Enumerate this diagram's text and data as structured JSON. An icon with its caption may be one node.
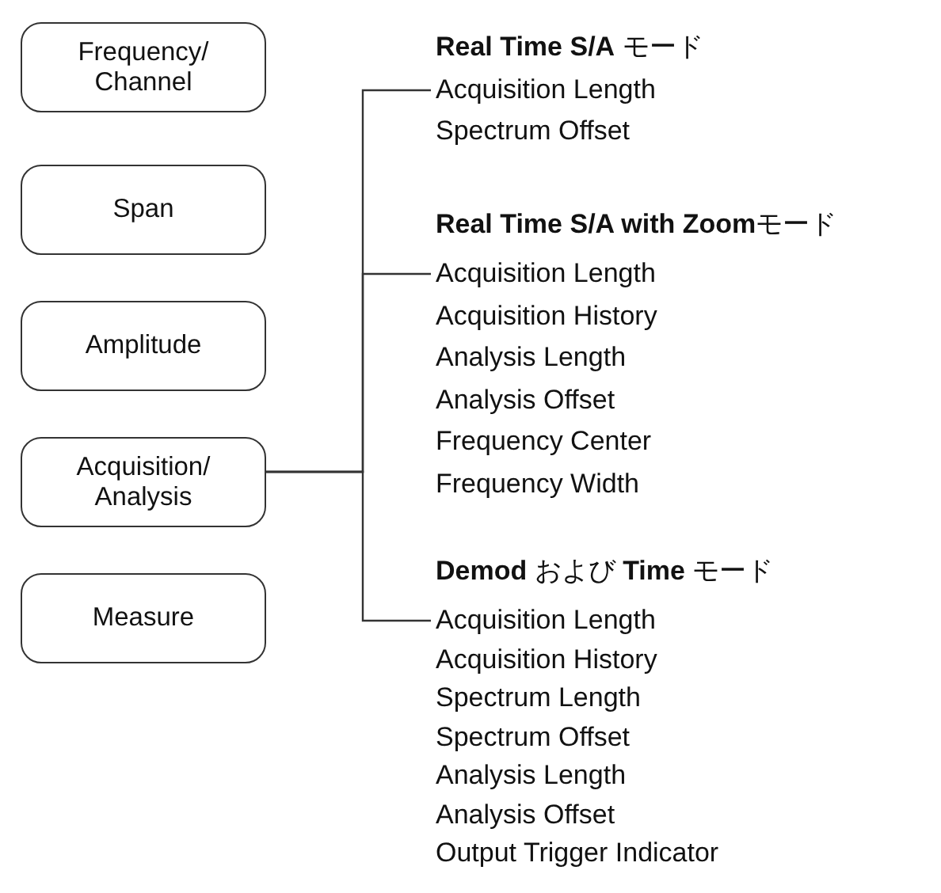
{
  "diagram": {
    "nodes": [
      {
        "text": [
          "Frequency/ Channel"
        ]
      },
      {
        "text": [
          "Span"
        ]
      },
      {
        "text": [
          "Amplitude"
        ]
      },
      {
        "text": [
          "Acquisition/ Analysis"
        ]
      },
      {
        "text": [
          "Measure"
        ]
      },
      {
        "text": [
          "**Real Time S/A** モード",
          "Acquisition Length",
          "Spectrum Offset"
        ]
      },
      {
        "text": [
          "**Real Time S/A with Zoom**モード",
          "Acquisition Length",
          "Acquisition History",
          "Analysis Length",
          "Analysis Offset",
          "Frequency Center",
          "Frequency Width"
        ]
      },
      {
        "text": [
          "**Demod** および **Time** モード",
          "Acquisition Length",
          "Acquisition History",
          "Spectrum Length",
          "Spectrum Offset",
          "Analysis Length",
          "Analysis Offset",
          "Output Trigger Indicator"
        ]
      }
    ],
    "edges": [
      {
        "from": 3,
        "to": 5,
        "arrow": "none"
      },
      {
        "from": 3,
        "to": 6,
        "arrow": "none"
      },
      {
        "from": 3,
        "to": 7,
        "arrow": "none"
      }
    ]
  }
}
